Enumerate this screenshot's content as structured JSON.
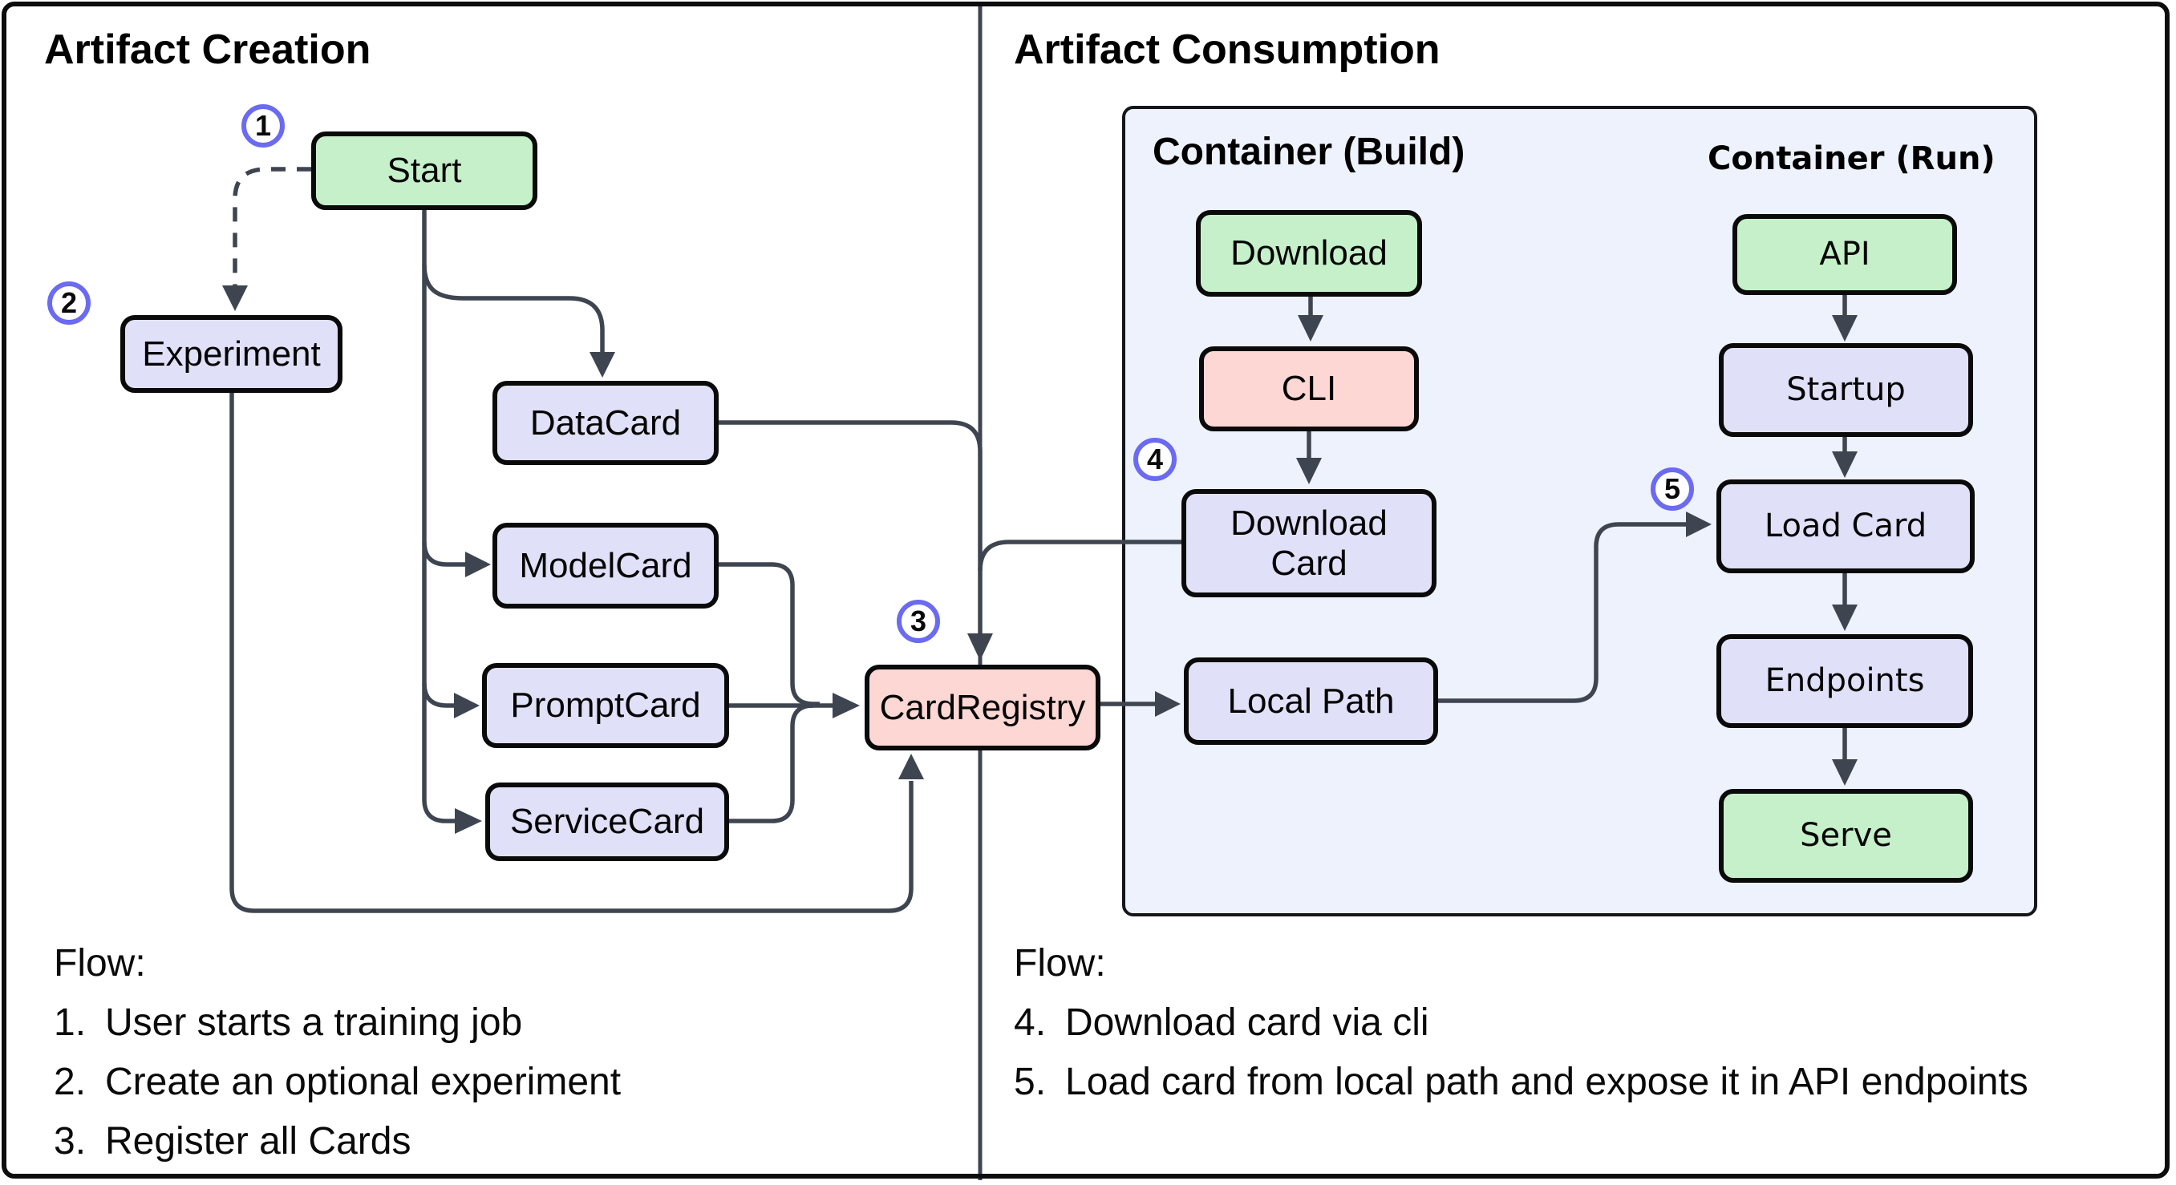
{
  "panels": {
    "creation": {
      "title": "Artifact Creation"
    },
    "consumption": {
      "title": "Artifact Consumption"
    }
  },
  "containers": {
    "build_title": "Container (Build)",
    "run_title": "Container (Run)"
  },
  "nodes": {
    "start": {
      "label": "Start"
    },
    "experiment": {
      "label": "Experiment"
    },
    "datacard": {
      "label": "DataCard"
    },
    "modelcard": {
      "label": "ModelCard"
    },
    "promptcard": {
      "label": "PromptCard"
    },
    "servicecard": {
      "label": "ServiceCard"
    },
    "cardregistry": {
      "label": "CardRegistry"
    },
    "download": {
      "label": "Download"
    },
    "cli": {
      "label": "CLI"
    },
    "download_card": {
      "label": "Download Card"
    },
    "local_path": {
      "label": "Local Path"
    },
    "api": {
      "label": "API"
    },
    "startup": {
      "label": "Startup"
    },
    "load_card": {
      "label": "Load Card"
    },
    "endpoints": {
      "label": "Endpoints"
    },
    "serve": {
      "label": "Serve"
    }
  },
  "badges": {
    "b1": "1",
    "b2": "2",
    "b3": "3",
    "b4": "4",
    "b5": "5"
  },
  "flow_left": {
    "heading": "Flow:",
    "items": [
      {
        "n": "1.",
        "t": "User starts a training job"
      },
      {
        "n": "2.",
        "t": "Create an optional experiment"
      },
      {
        "n": "3.",
        "t": "Register all Cards"
      }
    ]
  },
  "flow_right": {
    "heading": "Flow:",
    "items": [
      {
        "n": "4.",
        "t": "Download card via cli"
      },
      {
        "n": "5.",
        "t": "Load card from local path and expose it in API endpoints"
      }
    ]
  },
  "colors": {
    "green": "#c5f0c9",
    "lavender": "#e0e0f8",
    "pink": "#fcd7d4",
    "container_bg": "#eef2fc",
    "badge_ring": "#6a6af2",
    "edge": "#3e4551",
    "border": "#0d0d0d"
  }
}
